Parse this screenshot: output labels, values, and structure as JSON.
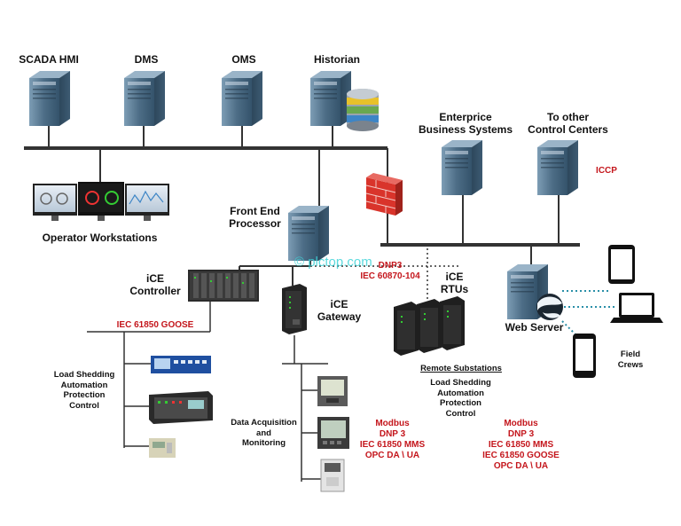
{
  "labels": {
    "scada_hmi": "SCADA HMI",
    "dms": "DMS",
    "oms": "OMS",
    "historian": "Historian",
    "enterprise": [
      "Enterprice",
      "Business Systems"
    ],
    "other_centers": [
      "To other",
      "Control Centers"
    ],
    "iccp": "ICCP",
    "operator_workstations": "Operator Workstations",
    "front_end_processor": [
      "Front End",
      "Processor"
    ],
    "ice_controller": [
      "iCE",
      "Controller"
    ],
    "iec_goose": "IEC 61850 GOOSE",
    "dnp3_iec104": [
      "DNP3",
      "IEC 60870-104"
    ],
    "ice_rtus": [
      "iCE",
      "RTUs"
    ],
    "web_server": "Web Server",
    "field_crews": [
      "Field",
      "Crews"
    ],
    "ice_gateway": [
      "iCE",
      "Gateway"
    ],
    "load_shedding_left": [
      "Load Shedding",
      "Automation",
      "Protection",
      "Control"
    ],
    "remote_substations": "Remote Substations",
    "load_shedding_right": [
      "Load Shedding",
      "Automation",
      "Protection",
      "Control"
    ],
    "data_acquisition": [
      "Data Acquisition",
      "and",
      "Monitoring"
    ],
    "protocols_gateway": [
      "Modbus",
      "DNP 3",
      "IEC 61850 MMS",
      "OPC DA \\ UA"
    ],
    "protocols_rtu": [
      "Modbus",
      "DNP 3",
      "IEC 61850 MMS",
      "IEC 61850 GOOSE",
      "OPC DA \\ UA"
    ]
  },
  "watermark": "© plctop.com",
  "colors": {
    "server_body": "#3f5f78",
    "server_light": "#6b8ea8",
    "bus_line": "#333333",
    "protocol_red": "#c4161c",
    "firewall": "#d9342b",
    "device_blue": "#1f4fa0",
    "watermark": "#3fd3d8",
    "dotted_link": "#2a8fa8"
  },
  "icons": [
    "server-icon",
    "database-icon",
    "monitor-icon",
    "firewall-icon",
    "controller-rack-icon",
    "gateway-icon",
    "rtu-icon",
    "globe-icon",
    "tablet-icon",
    "laptop-icon",
    "phone-icon",
    "relay-icon",
    "meter-icon"
  ]
}
